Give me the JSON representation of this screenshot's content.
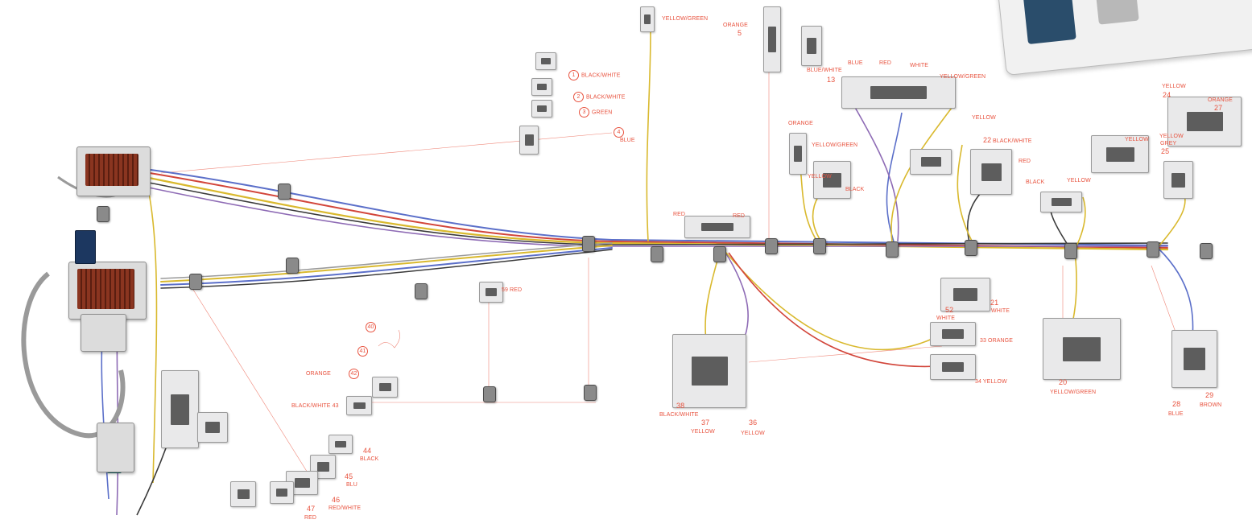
{
  "diagram": {
    "colors": {
      "label": "#e8533f",
      "wire_yellow": "#d9b92e",
      "wire_blue": "#5b6fc9",
      "wire_purple": "#8e6bb5",
      "wire_red": "#d2453a",
      "wire_black": "#3a3a3a",
      "wire_grey": "#9a9a9a",
      "wire_orange": "#e08b3a",
      "wire_brown": "#7a4a2a"
    },
    "labels": [
      {
        "name": "label-yellow-green-top",
        "text": "YELLOW/GREEN"
      },
      {
        "name": "label-orange-top",
        "text": "ORANGE"
      },
      {
        "name": "label-orange-top-num",
        "text": "5"
      },
      {
        "name": "label-1-num",
        "text": "1"
      },
      {
        "name": "label-1",
        "text": "BLACK/WHITE"
      },
      {
        "name": "label-2-num",
        "text": "2"
      },
      {
        "name": "label-2",
        "text": "BLACK/WHITE"
      },
      {
        "name": "label-3-num",
        "text": "3"
      },
      {
        "name": "label-3",
        "text": "GREEN"
      },
      {
        "name": "label-4-num",
        "text": "4"
      },
      {
        "name": "label-4",
        "text": "BLUE"
      },
      {
        "name": "label-blue-white",
        "text": "BLUE/WHITE"
      },
      {
        "name": "label-blue",
        "text": "BLUE"
      },
      {
        "name": "label-red-top",
        "text": "RED"
      },
      {
        "name": "label-white-top",
        "text": "WHITE"
      },
      {
        "name": "label-yellow-green-2",
        "text": "YELLOW/GREEN"
      },
      {
        "name": "label-13",
        "text": "13"
      },
      {
        "name": "label-yellow-mid",
        "text": "YELLOW"
      },
      {
        "name": "label-orange-mid",
        "text": "ORANGE"
      },
      {
        "name": "label-yellow-green-mid",
        "text": "YELLOW/GREEN"
      },
      {
        "name": "label-yellow-left",
        "text": "YELLOW"
      },
      {
        "name": "label-black-mid",
        "text": "BLACK"
      },
      {
        "name": "label-22",
        "text": "22"
      },
      {
        "name": "label-black-white-right",
        "text": "BLACK/WHITE"
      },
      {
        "name": "label-red-right",
        "text": "RED"
      },
      {
        "name": "label-black-right",
        "text": "BLACK"
      },
      {
        "name": "label-yellow-right",
        "text": "YELLOW"
      },
      {
        "name": "label-yellow-far-right",
        "text": "YELLOW"
      },
      {
        "name": "label-24",
        "text": "24"
      },
      {
        "name": "label-orange-27",
        "text": "ORANGE"
      },
      {
        "name": "label-27",
        "text": "27"
      },
      {
        "name": "label-yellow-25",
        "text": "YELLOW"
      },
      {
        "name": "label-grey",
        "text": "GREY"
      },
      {
        "name": "label-25",
        "text": "25"
      },
      {
        "name": "label-red-center",
        "text": "RED"
      },
      {
        "name": "label-red-center-2",
        "text": "RED"
      },
      {
        "name": "label-59-red",
        "text": "59 RED"
      },
      {
        "name": "label-40",
        "text": "40"
      },
      {
        "name": "label-41",
        "text": "41"
      },
      {
        "name": "label-orange-42",
        "text": "ORANGE"
      },
      {
        "name": "label-42",
        "text": "42"
      },
      {
        "name": "label-black-white-43",
        "text": "BLACK/WHITE 43"
      },
      {
        "name": "label-44",
        "text": "44"
      },
      {
        "name": "label-black-44",
        "text": "BLACK"
      },
      {
        "name": "label-45",
        "text": "45"
      },
      {
        "name": "label-blu-45",
        "text": "BLU"
      },
      {
        "name": "label-46",
        "text": "46"
      },
      {
        "name": "label-red-white-46",
        "text": "RED/WHITE"
      },
      {
        "name": "label-47",
        "text": "47"
      },
      {
        "name": "label-red-47",
        "text": "RED"
      },
      {
        "name": "label-38",
        "text": "38"
      },
      {
        "name": "label-black-white-38",
        "text": "BLACK/WHITE"
      },
      {
        "name": "label-37",
        "text": "37"
      },
      {
        "name": "label-yellow-37",
        "text": "YELLOW"
      },
      {
        "name": "label-36",
        "text": "36"
      },
      {
        "name": "label-yellow-36",
        "text": "YELLOW"
      },
      {
        "name": "label-52",
        "text": "52"
      },
      {
        "name": "label-white-52",
        "text": "WHITE"
      },
      {
        "name": "label-21",
        "text": "21"
      },
      {
        "name": "label-white-21",
        "text": "WHITE"
      },
      {
        "name": "label-33-orange",
        "text": "33 ORANGE"
      },
      {
        "name": "label-34-yellow",
        "text": "34 YELLOW"
      },
      {
        "name": "label-20",
        "text": "20"
      },
      {
        "name": "label-yellow-green-20",
        "text": "YELLOW/GREEN"
      },
      {
        "name": "label-28",
        "text": "28"
      },
      {
        "name": "label-blue-28",
        "text": "BLUE"
      },
      {
        "name": "label-29",
        "text": "29"
      },
      {
        "name": "label-brown-29",
        "text": "BROWN"
      }
    ]
  }
}
